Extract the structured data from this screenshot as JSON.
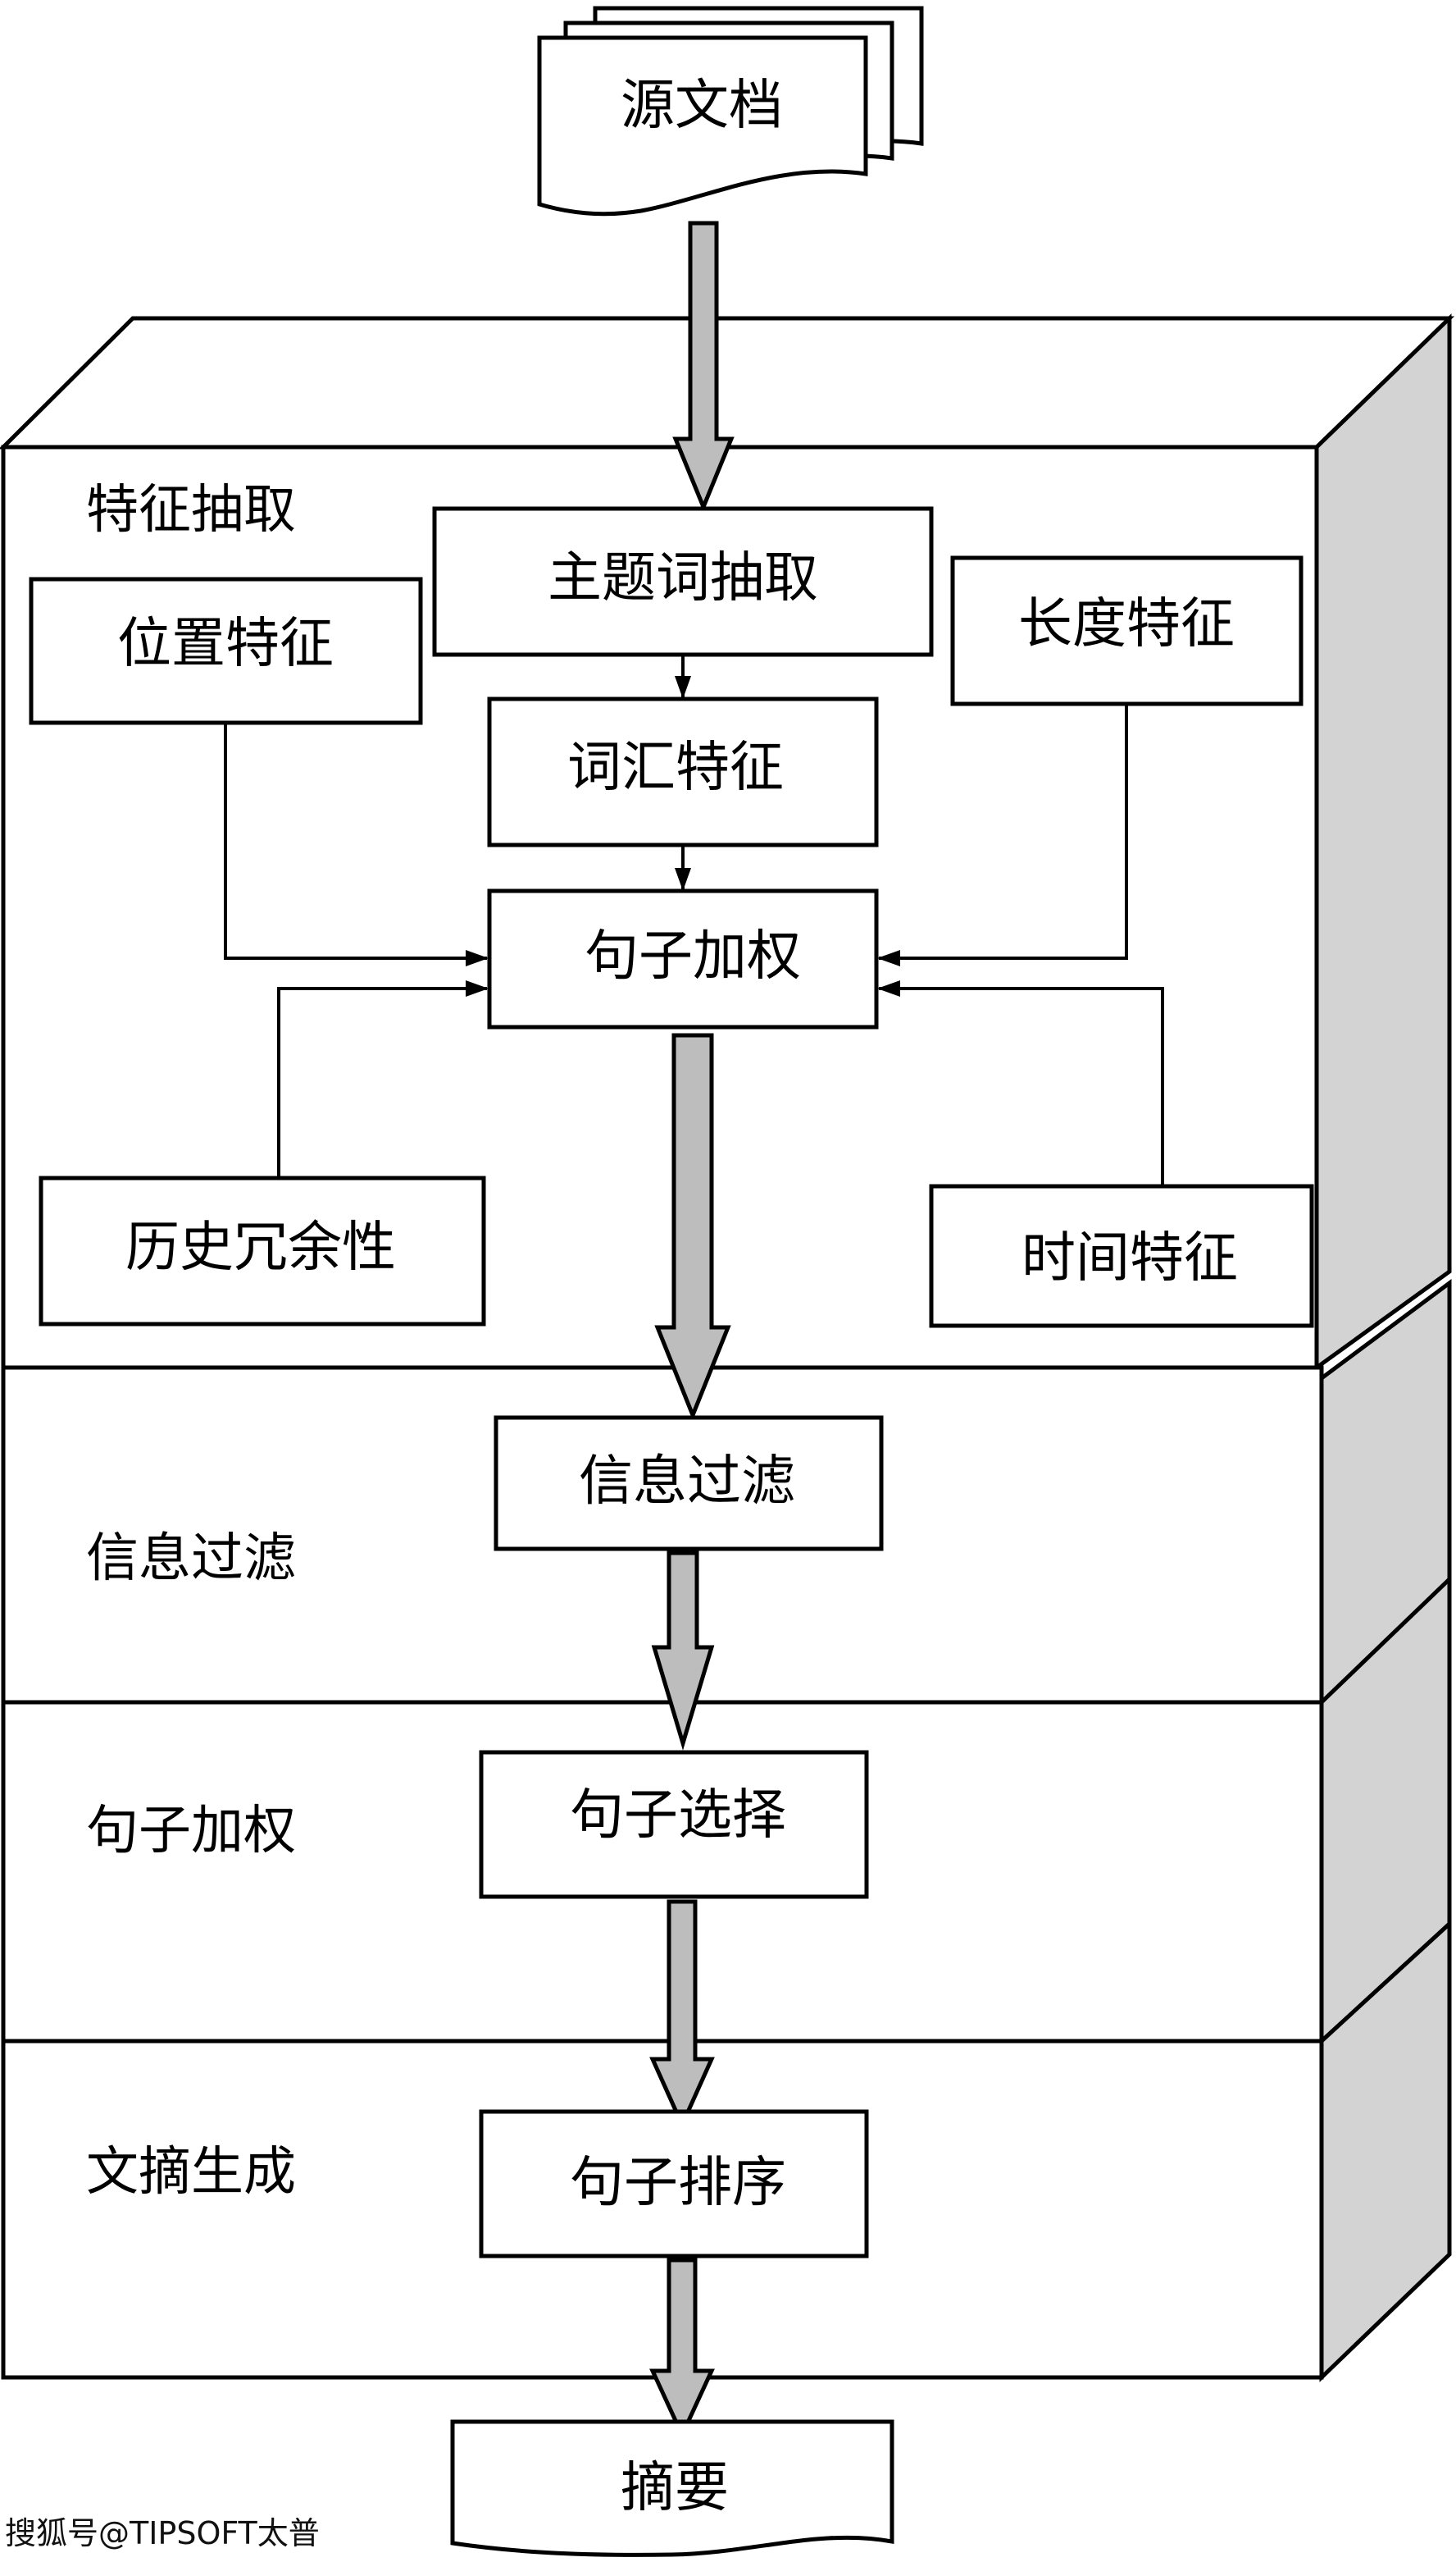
{
  "sections": {
    "feature_extraction": "特征抽取",
    "info_filter": "信息过滤",
    "sentence_weighting": "句子加权",
    "summary_generation": "文摘生成"
  },
  "nodes": {
    "source_docs": "源文档",
    "topic_word_extraction": "主题词抽取",
    "position_feature": "位置特征",
    "length_feature": "长度特征",
    "lexical_feature": "词汇特征",
    "sentence_weighting": "句子加权",
    "history_redundancy": "历史冗余性",
    "time_feature": "时间特征",
    "info_filter": "信息过滤",
    "sentence_selection": "句子选择",
    "sentence_ordering": "句子排序",
    "summary": "摘要"
  },
  "watermark": "搜狐号@TIPSOFT太普"
}
